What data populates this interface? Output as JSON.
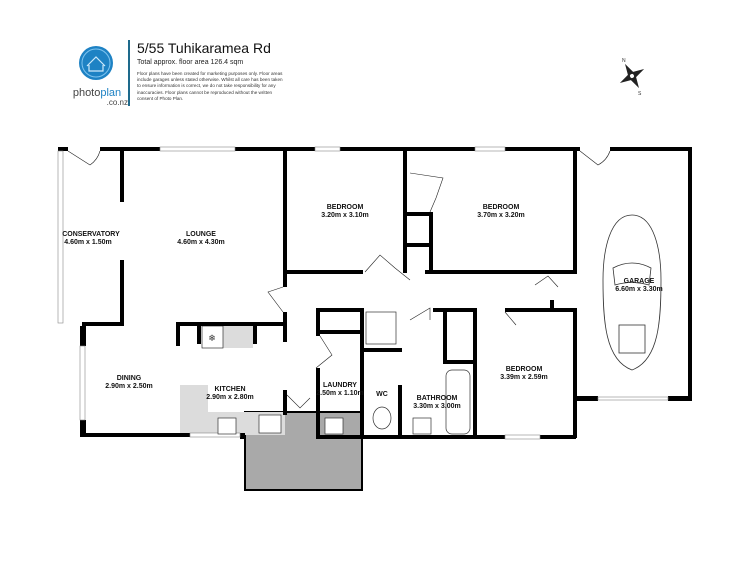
{
  "header": {
    "address": "5/55 Tuhikaramea Rd",
    "floor_area": "Total approx. floor area 126.4 sqm",
    "disclaimer": "Floor plans have been created for marketing purposes only. Floor areas include garages unless stated otherwise. Whilst all care has been taken to ensure information is correct, we do not take responsibility for any inaccuracies. Floor plans cannot be reproduced without the written consent of Photo Plan."
  },
  "logo": {
    "brand_prefix": "photo",
    "brand_suffix": "plan",
    "tld": ".co.nz",
    "color": "#1e82c4"
  },
  "compass": {
    "icon": "compass-rose-icon",
    "labels": [
      "N",
      "S"
    ]
  },
  "rooms": {
    "conservatory": {
      "name": "CONSERVATORY",
      "size": "4.60m  x 1.50m"
    },
    "lounge": {
      "name": "LOUNGE",
      "size": "4.60m  x 4.30m"
    },
    "bedroom1": {
      "name": "BEDROOM",
      "size": "3.20m  x 3.10m"
    },
    "bedroom2": {
      "name": "BEDROOM",
      "size": "3.70m  x 3.20m"
    },
    "garage": {
      "name": "GARAGE",
      "size": "6.60m  x 3.30m"
    },
    "dining": {
      "name": "DINING",
      "size": "2.90m  x 2.50m"
    },
    "kitchen": {
      "name": "KITCHEN",
      "size": "2.90m  x 2.80m"
    },
    "laundry": {
      "name": "LAUNDRY",
      "size": "2.50m  x 1.10m"
    },
    "wc": {
      "name": "WC"
    },
    "bathroom": {
      "name": "BATHROOM",
      "size": "3.30m  x 3.00m"
    },
    "bedroom3": {
      "name": "BEDROOM",
      "size": "3.39m  x 2.59m"
    }
  },
  "colors": {
    "wall": "#000000",
    "porch": "#a9a9a9",
    "counter": "#dcdcdc"
  }
}
